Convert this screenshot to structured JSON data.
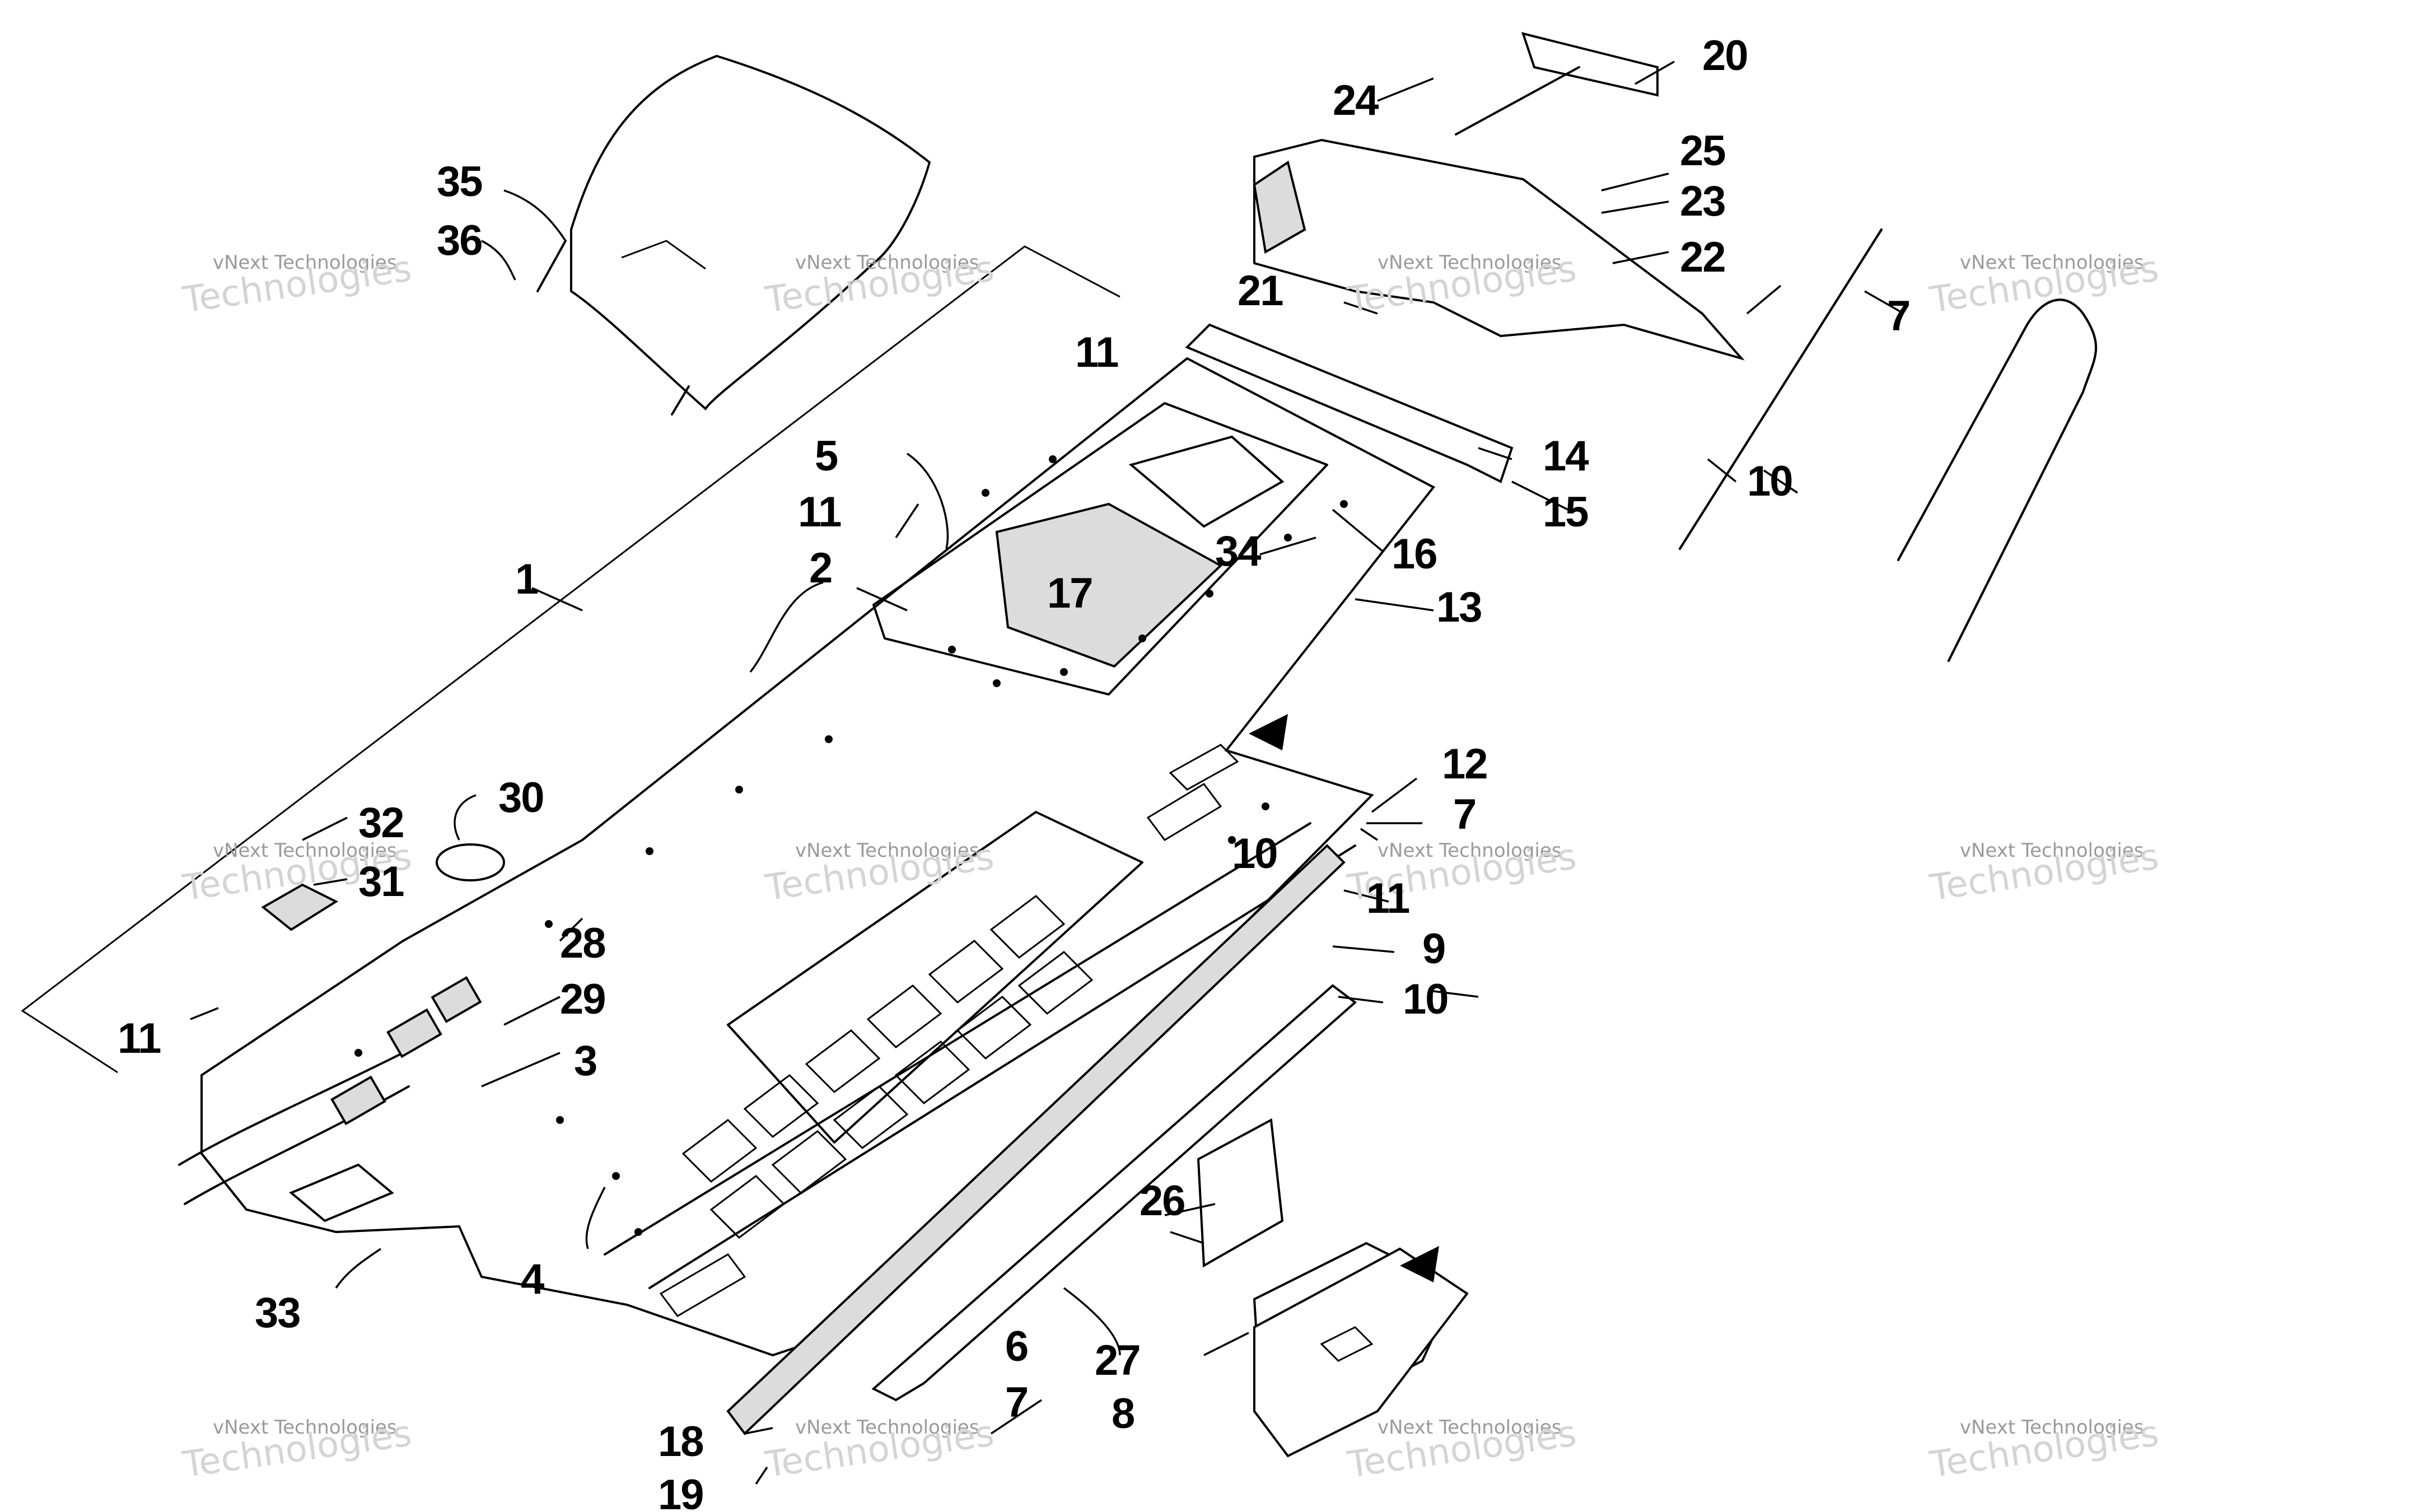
{
  "callouts": [
    {
      "label": "1"
    },
    {
      "label": "2"
    },
    {
      "label": "3"
    },
    {
      "label": "4"
    },
    {
      "label": "5"
    },
    {
      "label": "6"
    },
    {
      "label": "7"
    },
    {
      "label": "7"
    },
    {
      "label": "7"
    },
    {
      "label": "8"
    },
    {
      "label": "9"
    },
    {
      "label": "10"
    },
    {
      "label": "10"
    },
    {
      "label": "10"
    },
    {
      "label": "11"
    },
    {
      "label": "11"
    },
    {
      "label": "11"
    },
    {
      "label": "11"
    },
    {
      "label": "12"
    },
    {
      "label": "13"
    },
    {
      "label": "14"
    },
    {
      "label": "15"
    },
    {
      "label": "16"
    },
    {
      "label": "17"
    },
    {
      "label": "18"
    },
    {
      "label": "19"
    },
    {
      "label": "20"
    },
    {
      "label": "21"
    },
    {
      "label": "22"
    },
    {
      "label": "23"
    },
    {
      "label": "24"
    },
    {
      "label": "25"
    },
    {
      "label": "26"
    },
    {
      "label": "27"
    },
    {
      "label": "28"
    },
    {
      "label": "29"
    },
    {
      "label": "30"
    },
    {
      "label": "31"
    },
    {
      "label": "32"
    },
    {
      "label": "33"
    },
    {
      "label": "34"
    },
    {
      "label": "35"
    },
    {
      "label": "36"
    }
  ],
  "watermark": {
    "line1": "vNext Technologies",
    "line2": "Technologies"
  },
  "colors": {
    "ink": "#000000",
    "watermark": "#cfcfcf",
    "background": "#ffffff"
  }
}
